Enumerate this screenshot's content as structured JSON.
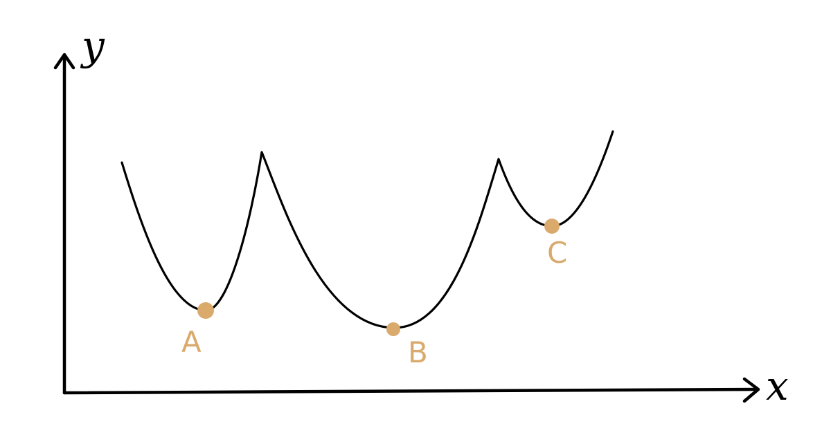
{
  "axes": {
    "x_label": "x",
    "y_label": "y"
  },
  "points": [
    {
      "id": "A",
      "label": "A"
    },
    {
      "id": "B",
      "label": "B"
    },
    {
      "id": "C",
      "label": "C"
    }
  ],
  "colors": {
    "ink": "#000000",
    "point": "#d9aa6c",
    "background": "#ffffff"
  }
}
